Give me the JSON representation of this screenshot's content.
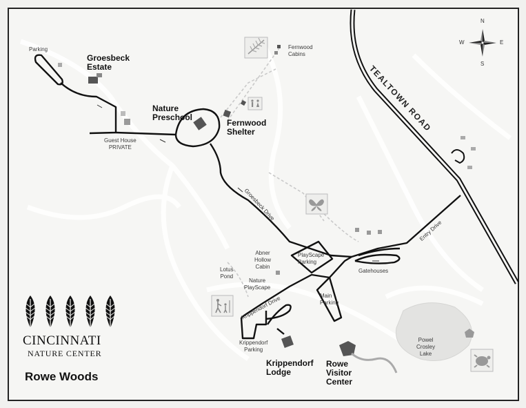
{
  "labels": {
    "parking_top": "Parking",
    "groesbeck_estate": "Groesbeck\nEstate",
    "guest_house": "Guest House\nPRIVATE",
    "nature_preschool": "Nature\nPreschool",
    "fernwood_shelter": "Fernwood\nShelter",
    "fernwood_cabins": "Fernwood\nCabins",
    "lotus_pond": "Lotus\nPond",
    "abner_hollow": "Abner\nHollow\nCabin",
    "nature_playscape": "Nature\nPlayScape",
    "playscape_parking": "PlayScape\nParking",
    "main_parking": "Main\nParking",
    "gatehouses": "Gatehouses",
    "krippendorf_parking": "Krippendorf\nParking",
    "krippendorf_lodge": "Krippendorf\nLodge",
    "rowe_visitor_center": "Rowe\nVisitor\nCenter",
    "powel_crosley_lake": "Powel\nCrosley\nLake"
  },
  "roads": {
    "tealtown_road": "TEALTOWN ROAD",
    "groesbeck_drive": "Groesbeck Drive",
    "krippendorf_drive": "Krippendorf Drive",
    "entry_drive": "Entry Drive"
  },
  "compass": {
    "n": "N",
    "s": "S",
    "e": "E",
    "w": "W"
  },
  "logo": {
    "line1": "CINCINNATI",
    "line2": "NATURE CENTER"
  },
  "region_title": "Rowe Woods",
  "icons": [
    "fern-icon",
    "restroom-icon",
    "butterfly-icon",
    "hiker-icon",
    "turtle-icon",
    "leaf-icon",
    "compass-icon"
  ]
}
